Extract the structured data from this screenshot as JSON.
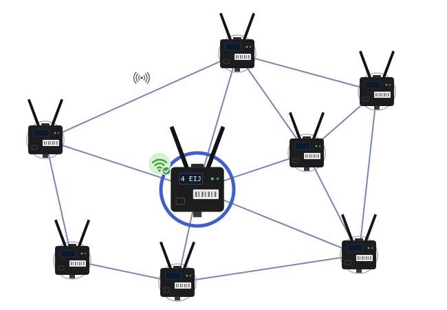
{
  "diagram": {
    "type": "wireless-mesh-network",
    "colors": {
      "link": "#7186bd",
      "hub_ring": "#3e5fd1",
      "node_ring": "#9aa0b2",
      "device_body": "#1d1d1f",
      "antenna": "#141414",
      "screen": "#0b1a2c",
      "label": "#e9e9e9",
      "wifi_badge_bg": "#d9f0cf",
      "wifi_badge_icon": "#3da23a",
      "check_badge": "#3da23a",
      "signal_icon": "#555b66"
    },
    "icons": {
      "signal": "wireless-signal-icon",
      "wifi": "wifi-icon",
      "check": "check-icon"
    },
    "nodes": [
      {
        "id": "hub",
        "role": "hub",
        "screen_text": "4 EIJ",
        "label_text": "",
        "connected": true
      },
      {
        "id": "top",
        "role": "node",
        "screen_text": "",
        "label_text": ""
      },
      {
        "id": "top-right",
        "role": "node",
        "screen_text": "",
        "label_text": ""
      },
      {
        "id": "left",
        "role": "node",
        "screen_text": "",
        "label_text": ""
      },
      {
        "id": "mid-right",
        "role": "node",
        "screen_text": "",
        "label_text": ""
      },
      {
        "id": "bottom-left",
        "role": "node",
        "screen_text": "",
        "label_text": ""
      },
      {
        "id": "bottom-center",
        "role": "node",
        "screen_text": "",
        "label_text": ""
      },
      {
        "id": "bottom-right",
        "role": "node",
        "screen_text": "",
        "label_text": ""
      }
    ],
    "links": [
      [
        "hub",
        "top"
      ],
      [
        "hub",
        "left"
      ],
      [
        "hub",
        "mid-right"
      ],
      [
        "hub",
        "bottom-right"
      ],
      [
        "hub",
        "bottom-center"
      ],
      [
        "top",
        "left"
      ],
      [
        "top",
        "top-right"
      ],
      [
        "top",
        "mid-right"
      ],
      [
        "top-right",
        "mid-right"
      ],
      [
        "top-right",
        "bottom-right"
      ],
      [
        "mid-right",
        "bottom-right"
      ],
      [
        "left",
        "bottom-left"
      ],
      [
        "bottom-left",
        "bottom-center"
      ],
      [
        "bottom-center",
        "bottom-right"
      ]
    ]
  }
}
